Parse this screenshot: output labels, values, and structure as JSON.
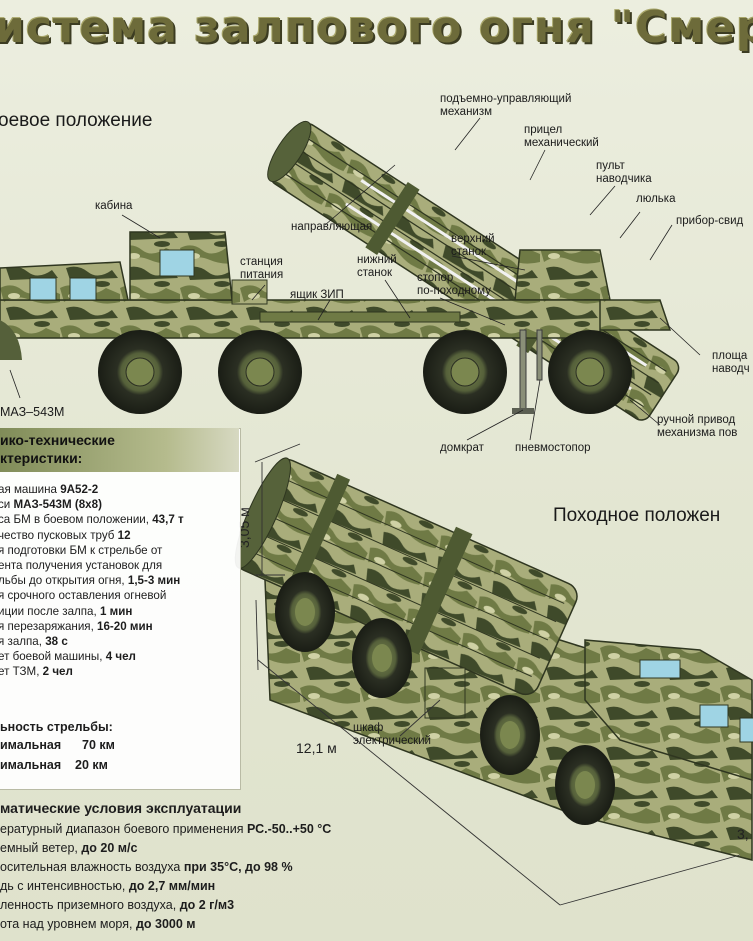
{
  "header": {
    "title": "истема залпового огня \"Смер",
    "combat_position": "оевое положение",
    "travel_position": "Походное положен"
  },
  "callouts": {
    "lifting_mechanism": "подъемно-управляющий\nмеханизм",
    "sight": "прицел\nмеханический",
    "control_panel": "пульт\nнаводчика",
    "cradle": "люлька",
    "sight_device": "прибор-свид",
    "cabin": "кабина",
    "guide": "направляющая",
    "upper_mount": "верхний\nстанок",
    "lower_mount": "нижний\nстанок",
    "travel_lock": "стопор\nпо-походному",
    "power_station": "станция\nпитания",
    "spare_box": "ящик ЗИП",
    "platform": "площа\nнаводч",
    "manual_drive": "ручной привод\nмеханизма пов",
    "jack": "домкрат",
    "pneumatic_stop": "пневмостопор",
    "chassis": "МАЗ–543М",
    "electric_cabinet": "шкаф\nэлектрический"
  },
  "dimensions": {
    "height": "3,05 м",
    "length": "12,1 м",
    "width": "3,"
  },
  "specs_panel": {
    "heading_line1": "ико-технические",
    "heading_line2": "ктеристики:",
    "rows": [
      {
        "label": "ая машина ",
        "value": "9А52-2"
      },
      {
        "label": "си ",
        "value": "МАЗ-543М (8х8)"
      },
      {
        "label": "са БМ в боевом положении, ",
        "value": "43,7 т"
      },
      {
        "label": "чество пусковых труб ",
        "value": "12"
      },
      {
        "label": "я подготовки БМ к стрельбе от",
        "value": ""
      },
      {
        "label": "ента получения установок для",
        "value": ""
      },
      {
        "label": "льбы до открытия огня, ",
        "value": "1,5-3 мин"
      },
      {
        "label": "я срочного оставления огневой",
        "value": ""
      },
      {
        "label": "иции после залпа, ",
        "value": "1 мин"
      },
      {
        "label": "я перезаряжания, ",
        "value": "16-20 мин"
      },
      {
        "label": "я залпа, ",
        "value": "38 с"
      },
      {
        "label": "ет боевой машины, ",
        "value": "4 чел"
      },
      {
        "label": "ет ТЗМ, ",
        "value": "2 чел"
      }
    ],
    "range_heading": "ьность стрельбы:",
    "range_max_label": "имальная",
    "range_max_value": "70 км",
    "range_min_label": "имальная",
    "range_min_value": "20 км"
  },
  "conditions": {
    "heading": "матические условия эксплуатации",
    "rows": [
      {
        "label": "ературный диапазон боевого применения ",
        "value": "РС.-50..+50 °С"
      },
      {
        "label": "емный ветер, ",
        "value": "до 20 м/с"
      },
      {
        "label": "осительная влажность воздуха ",
        "value": "при 35°С, до 98 %"
      },
      {
        "label": "дь с интенсивностью, ",
        "value": "до 2,7 мм/мин"
      },
      {
        "label": "ленность приземного воздуха, ",
        "value": "до 2 г/м3"
      },
      {
        "label": "ота над уровнем моря, ",
        "value": "до 3000 м"
      }
    ]
  },
  "colors": {
    "camo_light": "#a9ad7b",
    "camo_mid": "#6f7a45",
    "camo_dark": "#3f4a2a",
    "tire": "#2b2f23",
    "hub": "#6d7a48",
    "title": "#6d6b3a"
  }
}
